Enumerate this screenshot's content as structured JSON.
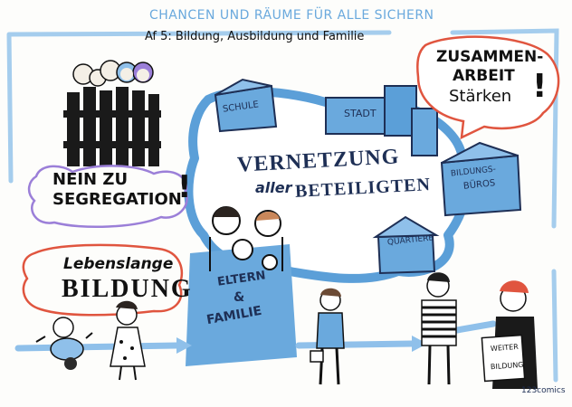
{
  "header": {
    "title": "CHANCEN UND RÄUME FÜR ALLE SICHERN",
    "subtitle": "Af 5:  Bildung, Ausbildung und Familie"
  },
  "callouts": {
    "nein_line1": "NEIN ZU",
    "nein_line2": "SEGREGATION",
    "nein_bang": "!",
    "lebenslange": "Lebenslange",
    "bildung": "BILDUNG",
    "zusammen_line1": "ZUSAMMEN-",
    "zusammen_line2": "ARBEIT",
    "zusammen_line3": "Stärken",
    "zusammen_bang": "!"
  },
  "cloud": {
    "vernetzung": "VERNETZUNG",
    "aller": "aller",
    "beteiligten": "BETEILIGTEN"
  },
  "places": {
    "schule": "SCHULE",
    "stadt": "STADT",
    "buros_line1": "BILDUNGS-",
    "buros_line2": "BÜROS",
    "quartiere": "QUARTIERE"
  },
  "family": {
    "line1": "ELTERN",
    "line2": "&",
    "line3": "FAMILIE"
  },
  "sign": {
    "line1": "WEITER",
    "line2": "BILDUNG"
  },
  "credit": "123comics",
  "colors": {
    "accent_blue": "#6aa9dd",
    "ink_navy": "#1e2f55",
    "bubble_red": "#e0553f",
    "bubble_purple": "#9b7fd8"
  }
}
